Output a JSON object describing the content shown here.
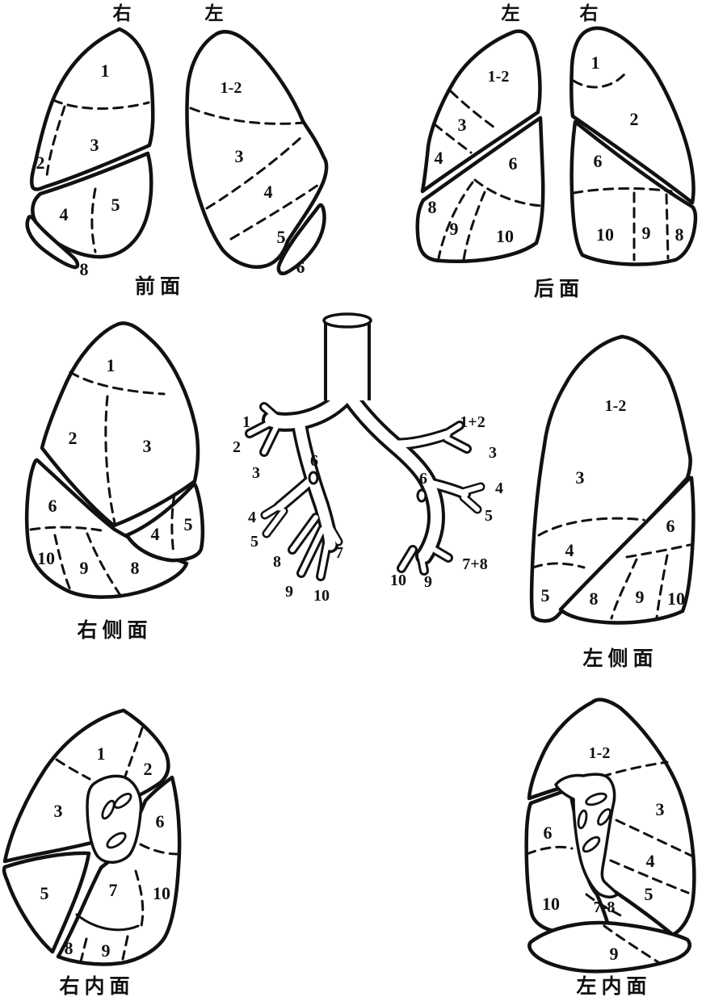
{
  "colors": {
    "ink": "#111111",
    "paper": "#ffffff"
  },
  "views": {
    "anterior": {
      "caption": "前面",
      "right_header": "右",
      "left_header": "左",
      "right_lung": {
        "s1": "1",
        "s2": "2",
        "s3": "3",
        "s4": "4",
        "s5": "5",
        "s8": "8"
      },
      "left_lung": {
        "s12": "1-2",
        "s3": "3",
        "s4": "4",
        "s5": "5",
        "s6": "6"
      }
    },
    "posterior": {
      "caption": "后面",
      "left_header": "左",
      "right_header": "右",
      "left_lung": {
        "s12": "1-2",
        "s3": "3",
        "s4": "4",
        "s6": "6",
        "s8": "8",
        "s9": "9",
        "s10": "10"
      },
      "right_lung": {
        "s1": "1",
        "s2": "2",
        "s6": "6",
        "s8": "8",
        "s9": "9",
        "s10": "10"
      }
    },
    "right_lateral": {
      "caption": "右侧面",
      "segments": {
        "s1": "1",
        "s2": "2",
        "s3": "3",
        "s4": "4",
        "s5": "5",
        "s6": "6",
        "s8": "8",
        "s9": "9",
        "s10": "10"
      }
    },
    "left_lateral": {
      "caption": "左侧面",
      "segments": {
        "s12": "1-2",
        "s3": "3",
        "s4": "4",
        "s5": "5",
        "s6": "6",
        "s8": "8",
        "s9": "9",
        "s10": "10"
      }
    },
    "right_medial": {
      "caption": "右内面",
      "segments": {
        "s1": "1",
        "s2": "2",
        "s3": "3",
        "s5": "5",
        "s6": "6",
        "s7": "7",
        "s8": "8",
        "s9": "9",
        "s10": "10"
      }
    },
    "left_medial": {
      "caption": "左内面",
      "segments": {
        "s12": "1-2",
        "s3": "3",
        "s4": "4",
        "s5": "5",
        "s6": "6",
        "s78": "7-8",
        "s9": "9",
        "s10": "10"
      }
    },
    "tree": {
      "right_bronchus": {
        "s1": "1",
        "s2": "2",
        "s3": "3",
        "s4": "4",
        "s5": "5",
        "s6": "6",
        "s7": "7",
        "s8": "8",
        "s9": "9",
        "s10": "10"
      },
      "left_bronchus": {
        "s12": "1+2",
        "s3": "3",
        "s4": "4",
        "s5": "5",
        "s6": "6",
        "s78": "7+8",
        "s9": "9",
        "s10": "10"
      }
    }
  }
}
